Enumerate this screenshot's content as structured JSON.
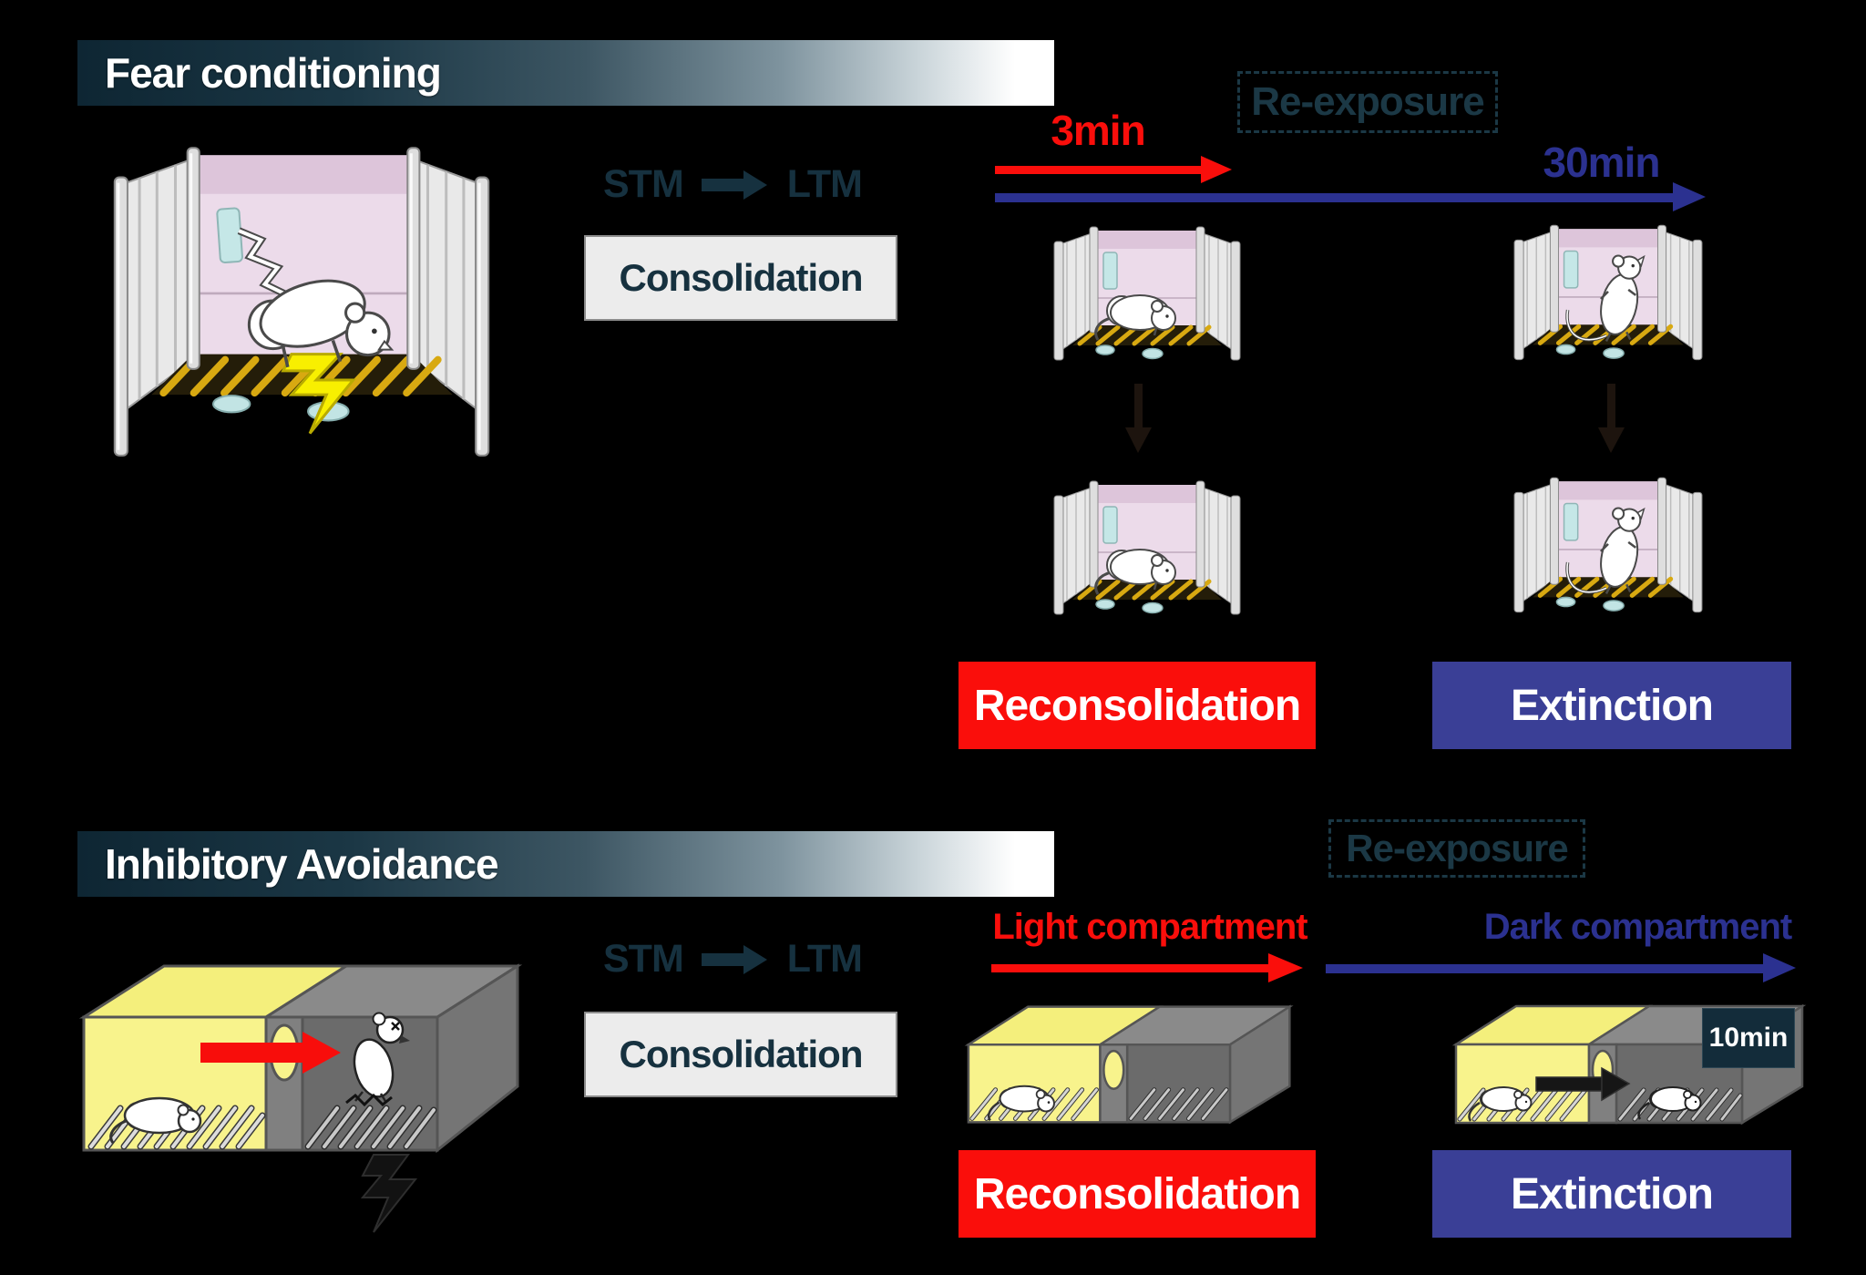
{
  "colors": {
    "background": "#000000",
    "accent_red": "#fa0e0b",
    "accent_blue": "#2b3190",
    "extinction_bar_blue": "#3a3f96",
    "header_teal": "#16313f",
    "banner_gradient_start": "#0e2633",
    "banner_gradient_end": "#ffffff",
    "consolidation_bg": "#ececec",
    "badge_bg": "#132c3a",
    "shock_yellow": "#f8ef00",
    "light_compartment_yellow": "#f6f180",
    "dark_compartment_gray": "#6b6b6b",
    "chamber_wall_pink": "#ecdbea",
    "floor_rod_gold": "#d8a911"
  },
  "fear_conditioning": {
    "title": "Fear conditioning",
    "stm_label": "STM",
    "ltm_label": "LTM",
    "consolidation_label": "Consolidation",
    "re_exposure_label": "Re-exposure",
    "reexposure_short_duration": "3min",
    "reexposure_long_duration": "30min",
    "reconsolidation_label": "Reconsolidation",
    "extinction_label": "Extinction"
  },
  "inhibitory_avoidance": {
    "title": "Inhibitory Avoidance",
    "stm_label": "STM",
    "ltm_label": "LTM",
    "consolidation_label": "Consolidation",
    "re_exposure_label": "Re-exposure",
    "reexposure_short_label": "Light compartment",
    "reexposure_long_label": "Dark compartment",
    "dark_duration_badge": "10min",
    "reconsolidation_label": "Reconsolidation",
    "extinction_label": "Extinction"
  }
}
